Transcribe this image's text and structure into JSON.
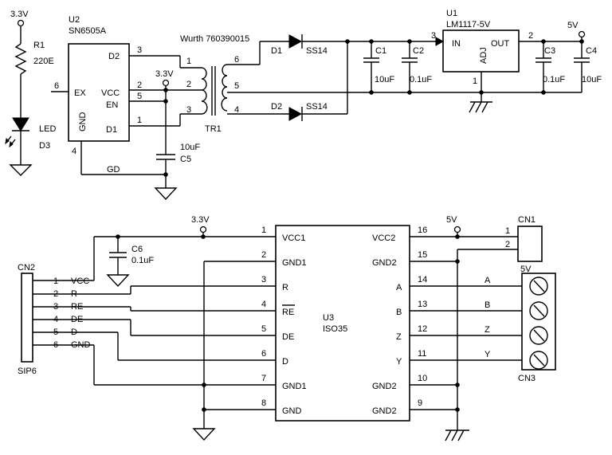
{
  "supply": {
    "v33": "3.3V",
    "v5": "5V"
  },
  "r1": {
    "ref": "R1",
    "value": "220E"
  },
  "led": {
    "label": "LED",
    "ref": "D3"
  },
  "u2": {
    "ref": "U2",
    "part": "SN6505A",
    "pins": {
      "d2": "D2",
      "ex": "EX",
      "vcc": "VCC",
      "en": "EN",
      "gnd": "GND",
      "d1": "D1"
    },
    "pin_numbers": [
      "3",
      "6",
      "2",
      "5",
      "1",
      "4"
    ]
  },
  "gd_label": "GD",
  "c5": {
    "ref": "C5",
    "value": "10uF"
  },
  "transformer": {
    "ref": "TR1",
    "part": "Wurth 760390015",
    "pin_numbers": [
      "1",
      "2",
      "3",
      "6",
      "5",
      "4"
    ]
  },
  "d1": {
    "ref": "D1",
    "part": "SS14"
  },
  "d2": {
    "ref": "D2",
    "part": "SS14"
  },
  "c1": {
    "ref": "C1",
    "value": "10uF"
  },
  "c2": {
    "ref": "C2",
    "value": "0.1uF"
  },
  "u1": {
    "ref": "U1",
    "part": "LM1117-5V",
    "in": "IN",
    "out": "OUT",
    "adj": "ADJ",
    "pin_numbers": [
      "3",
      "2",
      "1"
    ]
  },
  "c3": {
    "ref": "C3",
    "value": "0.1uF"
  },
  "c4": {
    "ref": "C4",
    "value": "10uF"
  },
  "c6": {
    "ref": "C6",
    "value": "0.1uF"
  },
  "cn1": {
    "ref": "CN1",
    "pins": [
      "1",
      "2"
    ]
  },
  "cn2": {
    "ref": "CN2",
    "type": "SIP6",
    "pins": [
      {
        "num": "1",
        "label": "VCC"
      },
      {
        "num": "2",
        "label": "R"
      },
      {
        "num": "3",
        "label": "RE"
      },
      {
        "num": "4",
        "label": "DE"
      },
      {
        "num": "5",
        "label": "D"
      },
      {
        "num": "6",
        "label": "GND"
      }
    ]
  },
  "cn3": {
    "ref": "CN3",
    "supply": "5V",
    "labels": [
      "A",
      "B",
      "Z",
      "Y"
    ]
  },
  "u3": {
    "ref": "U3",
    "part": "ISO35",
    "left_pins": [
      {
        "num": "1",
        "name": "VCC1"
      },
      {
        "num": "2",
        "name": "GND1"
      },
      {
        "num": "3",
        "name": "R"
      },
      {
        "num": "4",
        "name": "RE"
      },
      {
        "num": "5",
        "name": "DE"
      },
      {
        "num": "6",
        "name": "D"
      },
      {
        "num": "7",
        "name": "GND1"
      },
      {
        "num": "8",
        "name": "GND"
      }
    ],
    "right_pins": [
      {
        "num": "16",
        "name": "VCC2"
      },
      {
        "num": "15",
        "name": "GND2"
      },
      {
        "num": "14",
        "name": "A"
      },
      {
        "num": "13",
        "name": "B"
      },
      {
        "num": "12",
        "name": "Z"
      },
      {
        "num": "11",
        "name": "Y"
      },
      {
        "num": "10",
        "name": "GND2"
      },
      {
        "num": "9",
        "name": "GND2"
      }
    ]
  }
}
